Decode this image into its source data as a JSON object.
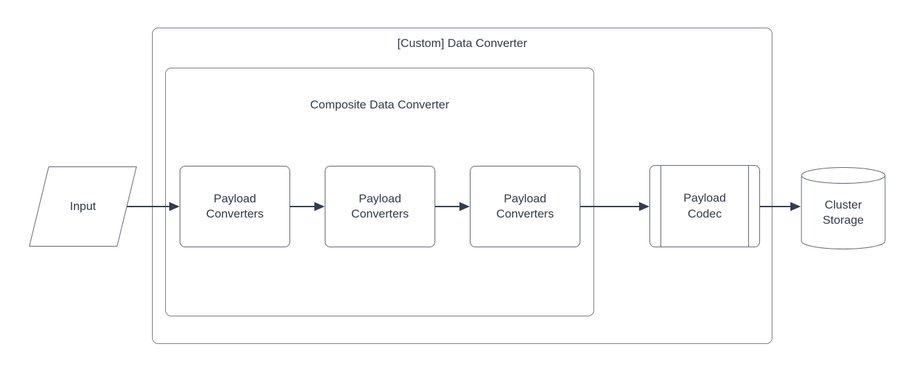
{
  "diagram": {
    "type": "flow-diagram",
    "outer_container": {
      "label": "[Custom] Data Converter",
      "shape": "rounded-container"
    },
    "inner_container": {
      "label": "Composite Data Converter",
      "shape": "rounded-container"
    },
    "nodes": {
      "input": {
        "label": "Input",
        "shape": "parallelogram"
      },
      "payload_converter_1": {
        "label": "Payload Converters",
        "shape": "rounded-rect"
      },
      "payload_converter_2": {
        "label": "Payload Converters",
        "shape": "rounded-rect"
      },
      "payload_converter_3": {
        "label": "Payload Converters",
        "shape": "rounded-rect"
      },
      "payload_codec": {
        "label": "Payload Codec",
        "shape": "predefined-process"
      },
      "cluster_storage": {
        "label": "Cluster Storage",
        "shape": "cylinder"
      }
    },
    "connections": [
      {
        "from": "input",
        "to": "payload_converter_1"
      },
      {
        "from": "payload_converter_1",
        "to": "payload_converter_2"
      },
      {
        "from": "payload_converter_2",
        "to": "payload_converter_3"
      },
      {
        "from": "payload_converter_3",
        "to": "payload_codec"
      },
      {
        "from": "payload_codec",
        "to": "cluster_storage"
      }
    ],
    "colors": {
      "background": "#ffffff",
      "container_border": "#767c87",
      "shape_border": "#5d6470",
      "arrow": "#333d4f",
      "text": "#2f3948"
    }
  }
}
